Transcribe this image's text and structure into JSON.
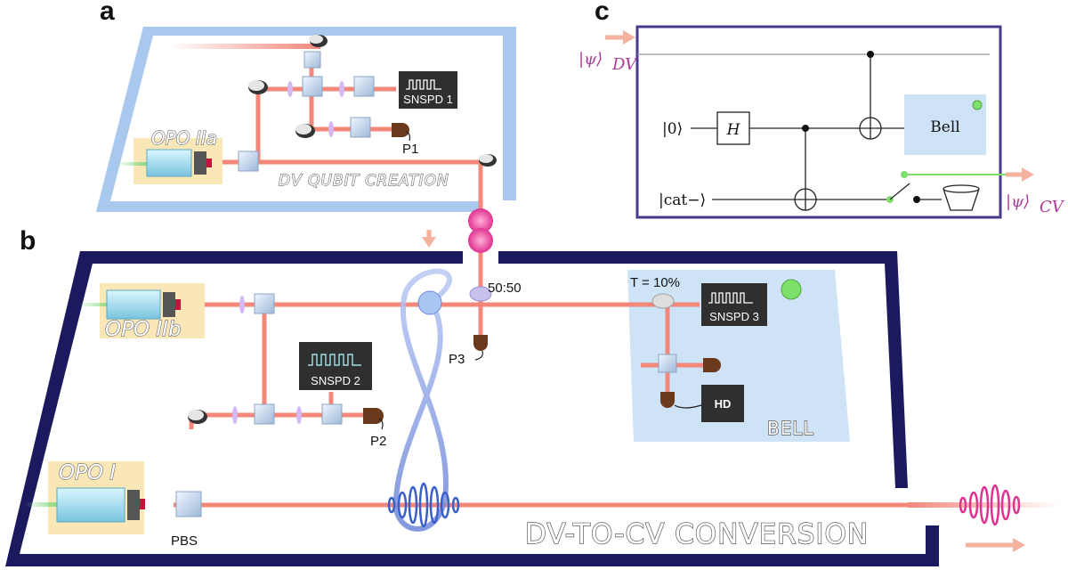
{
  "panels": {
    "a": {
      "letter": "a",
      "title": "DV QUBIT CREATION",
      "source": "OPO IIa",
      "detector": "SNSPD 1",
      "photodiode": "P1"
    },
    "b": {
      "letter": "b",
      "title": "DV-TO-CV CONVERSION",
      "source_top": "OPO IIb",
      "source_bottom": "OPO I",
      "detector": "SNSPD 2",
      "photodiode_2": "P2",
      "photodiode_3": "P3",
      "splitter_ratio": "50:50",
      "pbs": "PBS",
      "bell_box": {
        "transmission": "T = 10%",
        "detector": "SNSPD 3",
        "homodyne": "HD",
        "label": "BELL"
      }
    },
    "c": {
      "letter": "c",
      "input_dv": "|ψ⟩",
      "input_dv_sub": "DV",
      "qubit_zero": "|0⟩",
      "cat_state": "|cat−⟩",
      "hadamard": "H",
      "bell_label": "Bell",
      "output_cv": "|ψ⟩",
      "output_cv_sub": "CV"
    }
  },
  "colors": {
    "beam": "#f2877a",
    "panel_a_frame": "#a8c8ee",
    "panel_b_frame": "#1c1a5e",
    "panel_c_frame": "#4a3a8c",
    "bell_fill": "#cfe3f7",
    "opo_fill": "#f9e7b7",
    "psi_color": "#b0389a",
    "led_green": "#7ce06a"
  }
}
